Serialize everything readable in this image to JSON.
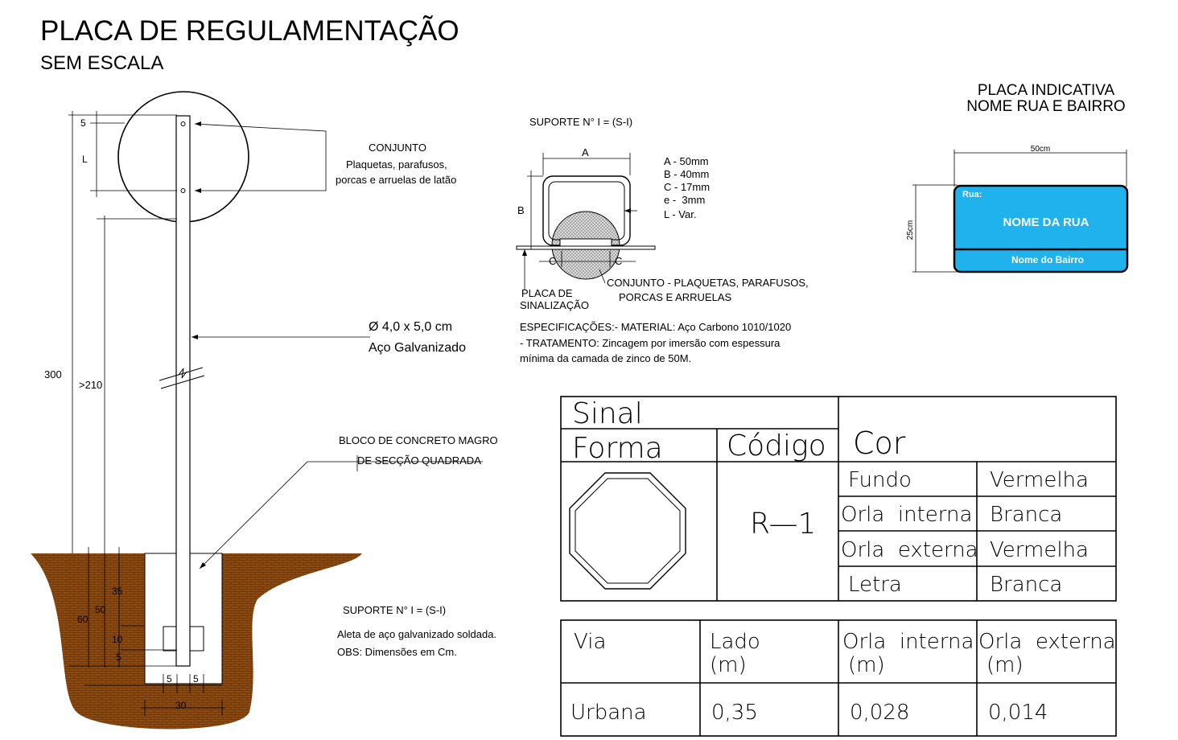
{
  "title": "PLACA DE REGULAMENTAÇÃO",
  "subtitle": "SEM ESCALA",
  "post": {
    "conjunto_label": "CONJUNTO",
    "conjunto_line1": "Plaquetas, parafusos,",
    "conjunto_line2": "porcas e arruelas de latão",
    "tube_line1": "Ø 4,0 x 5,0 cm",
    "tube_line2": "Aço Galvanizado",
    "block_line1": "BLOCO DE CONCRETO MAGRO",
    "block_line2": "DE SECÇÃO QUADRADA",
    "support_label": "SUPORTE N° I = (S-I)",
    "support_note1": "Aleta de aço galvanizado soldada.",
    "support_note2": "OBS: Dimensões em Cm.",
    "dims": {
      "d5": "5",
      "dL": "L",
      "d300": "300",
      "d210": ">210",
      "d35": "35",
      "d50": "50",
      "d60": "60",
      "d10": "10",
      "d5b": "5",
      "d5l": "5",
      "d5r": "5",
      "d30": "30"
    }
  },
  "detail": {
    "title": "SUPORTE N° I = (S-I)",
    "A": "A",
    "B": "B",
    "C1": "C",
    "C2": "C",
    "specs": [
      "A - 50mm",
      "B - 40mm",
      "C - 17mm",
      "e -  3mm",
      "L - Var."
    ],
    "placa_line1": "PLACA DE",
    "placa_line2": "SINALIZAÇÃO",
    "conj_line1": "CONJUNTO - PLAQUETAS, PARAFUSOS,",
    "conj_line2": "PORCAS E ARRUELAS",
    "spec_line1": "ESPECIFICAÇÕES:- MATERIAL: Aço Carbono 1010/1020",
    "spec_line2": "- TRATAMENTO: Zincagem por imersão com espessura",
    "spec_line3": "mínima da camada de zinco de 50M."
  },
  "street_sign": {
    "title1": "PLACA INDICATIVA",
    "title2": "NOME RUA E BAIRRO",
    "width_label": "50cm",
    "height_label": "25cm",
    "rua_label": "Rua:",
    "street_name": "NOME DA RUA",
    "bairro": "Nome do Bairro",
    "color": "#1fb2ec"
  },
  "sign_table": {
    "sinal": "Sinal",
    "forma": "Forma",
    "codigo": "Código",
    "cor": "Cor",
    "code_value": "R—1",
    "rows": [
      {
        "name": "Fundo",
        "value": "Vermelha"
      },
      {
        "name": "Orla  interna",
        "value": "Branca"
      },
      {
        "name": "Orla  externa",
        "value": "Vermelha"
      },
      {
        "name": "Letra",
        "value": "Branca"
      }
    ]
  },
  "via_table": {
    "headers": [
      "Via",
      "Lado",
      "(m)",
      "Orla  interna",
      "(m)",
      "Orla  externa",
      "(m)"
    ],
    "row": [
      "Urbana",
      "0,35",
      "0,028",
      "0,014"
    ]
  },
  "colors": {
    "soil": "#8b4a12",
    "soil_brick": "#6a3508",
    "sign_blue": "#1fb2ec"
  }
}
